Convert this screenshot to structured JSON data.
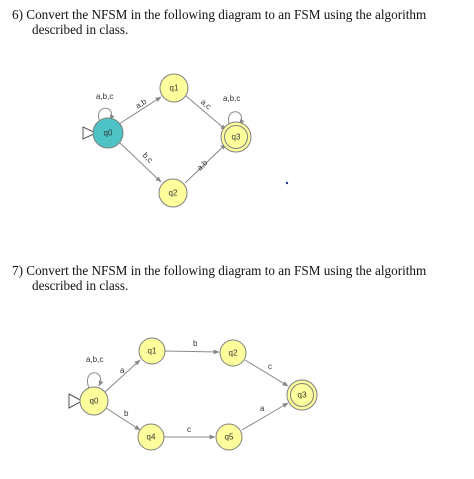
{
  "question6": {
    "line1": "6) Convert the NFSM in the following diagram to an FSM using the algorithm",
    "line2": "described in class.",
    "diagram": {
      "nodes": [
        {
          "id": "q0",
          "label": "q0",
          "start": true,
          "accepting": false,
          "fill": "#4dc3c5"
        },
        {
          "id": "q1",
          "label": "q1",
          "start": false,
          "accepting": false,
          "fill": "#fefe9c"
        },
        {
          "id": "q2",
          "label": "q2",
          "start": false,
          "accepting": false,
          "fill": "#fefe9c"
        },
        {
          "id": "q3",
          "label": "q3",
          "start": false,
          "accepting": true,
          "fill": "#fefe9c"
        }
      ],
      "edges": [
        {
          "from": "q0",
          "to": "q0",
          "label": "a,b,c"
        },
        {
          "from": "q0",
          "to": "q1",
          "label": "a,b"
        },
        {
          "from": "q0",
          "to": "q2",
          "label": "b,c"
        },
        {
          "from": "q1",
          "to": "q3",
          "label": "a,c"
        },
        {
          "from": "q2",
          "to": "q3",
          "label": "a,b"
        },
        {
          "from": "q3",
          "to": "q3",
          "label": "a,b,c"
        }
      ]
    }
  },
  "question7": {
    "line1": "7) Convert the NFSM in the following diagram to an FSM using the algorithm",
    "line2": "described in class.",
    "diagram": {
      "nodes": [
        {
          "id": "q0",
          "label": "q0",
          "start": true,
          "accepting": false,
          "fill": "#fefe9c"
        },
        {
          "id": "q1",
          "label": "q1",
          "start": false,
          "accepting": false,
          "fill": "#fefe9c"
        },
        {
          "id": "q2",
          "label": "q2",
          "start": false,
          "accepting": false,
          "fill": "#fefe9c"
        },
        {
          "id": "q3",
          "label": "q3",
          "start": false,
          "accepting": true,
          "fill": "#fefe9c"
        },
        {
          "id": "q4",
          "label": "q4",
          "start": false,
          "accepting": false,
          "fill": "#fefe9c"
        },
        {
          "id": "q5",
          "label": "q5",
          "start": false,
          "accepting": false,
          "fill": "#fefe9c"
        }
      ],
      "edges": [
        {
          "from": "q0",
          "to": "q0",
          "label": "a,b,c"
        },
        {
          "from": "q0",
          "to": "q1",
          "label": "a"
        },
        {
          "from": "q0",
          "to": "q4",
          "label": "b"
        },
        {
          "from": "q1",
          "to": "q2",
          "label": "b"
        },
        {
          "from": "q2",
          "to": "q3",
          "label": "c"
        },
        {
          "from": "q4",
          "to": "q5",
          "label": "c"
        },
        {
          "from": "q5",
          "to": "q3",
          "label": "a"
        }
      ]
    }
  }
}
